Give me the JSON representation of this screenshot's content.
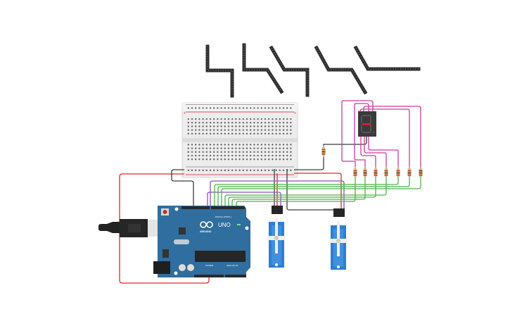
{
  "diagram": {
    "title": "Arduino circuit with 7-segment display, servos and LED strips",
    "colors": {
      "background": "#ffffff",
      "wire_red": "#e0282c",
      "wire_black": "#3a3a3a",
      "wire_green": "#4bb543",
      "wire_purple": "#8a4fc0",
      "wire_magenta": "#c93b9e",
      "arduino_blue": "#2f6e9f",
      "servo_blue": "#2b7fd4",
      "breadboard": "#ececec",
      "segment_on": "#e02030",
      "led_strip": "#333333"
    },
    "components": {
      "led_strips": {
        "name": "LED strip segments",
        "count": 5
      },
      "breadboard": {
        "name": "Breadboard",
        "rail_plus": "+",
        "rail_minus": "-"
      },
      "seven_segment": {
        "name": "7-segment display",
        "lit_segment": "g"
      },
      "resistors": {
        "count": 8
      },
      "arduino": {
        "model_label": "UNO",
        "brand_label": "ARDUINO",
        "digital_label": "DIGITAL (PWM~)",
        "power_label": "POWER",
        "analog_label": "ANALOG IN",
        "on_label": "ON",
        "tx_label": "TX",
        "rx_label": "RX",
        "l_label": "L"
      },
      "servos": {
        "count": 2
      }
    }
  }
}
